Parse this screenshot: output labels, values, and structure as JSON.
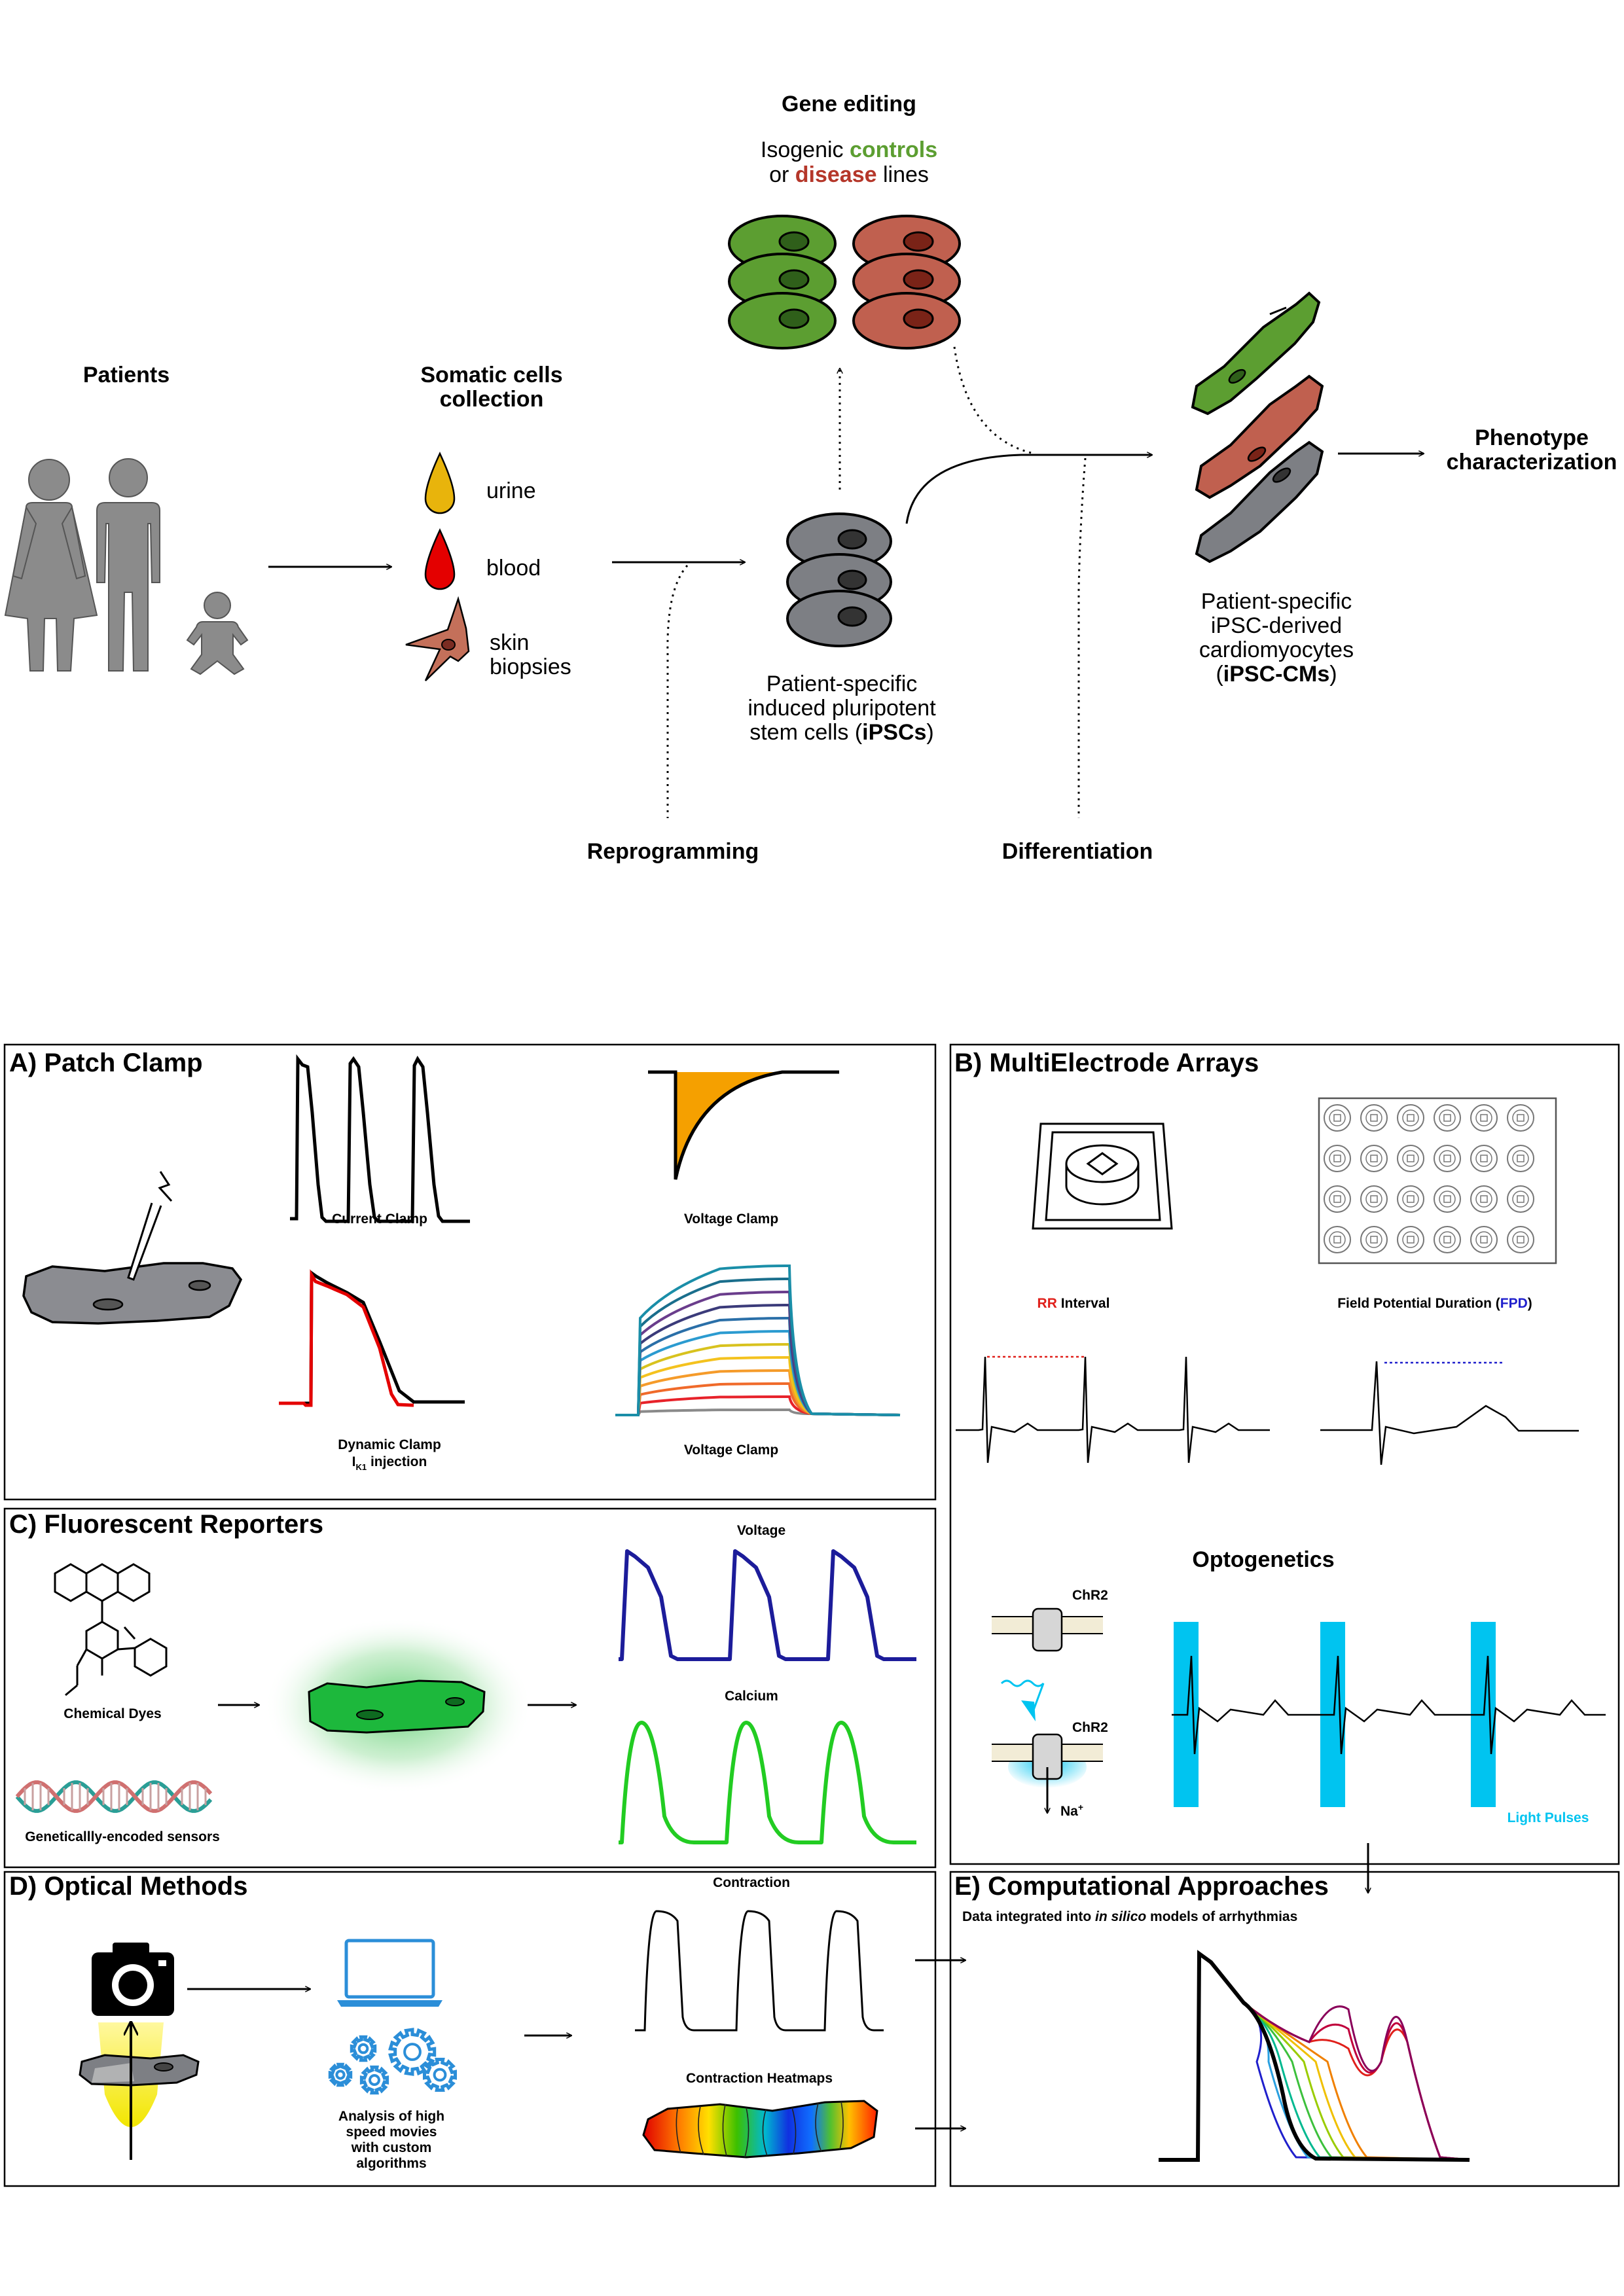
{
  "top": {
    "patients": "Patients",
    "somatic_1": "Somatic cells",
    "somatic_2": "collection",
    "urine": "urine",
    "blood": "blood",
    "skin_1": "skin",
    "skin_2": "biopsies",
    "gene_editing": "Gene editing",
    "isogenic_pre": "Isogenic ",
    "isogenic_controls": "controls",
    "or_pre": "or ",
    "or_disease": "disease",
    "or_post": " lines",
    "ipsc_1": "Patient-specific",
    "ipsc_2": "induced pluripotent",
    "ipsc_3_pre": "stem cells (",
    "ipsc_3_bold": "iPSCs",
    "ipsc_3_post": ")",
    "cm_1": "Patient-specific",
    "cm_2": "iPSC-derived",
    "cm_3": "cardiomyocytes",
    "cm_4_pre": "(",
    "cm_4_bold": "iPSC-CMs",
    "cm_4_post": ")",
    "pheno_1": "Phenotype",
    "pheno_2": "characterization",
    "reprogramming": "Reprogramming",
    "differentiation": "Differentiation"
  },
  "panel_a": {
    "title": "A) Patch Clamp",
    "current_clamp": "Current Clamp",
    "voltage_clamp_1": "Voltage Clamp",
    "dynamic_clamp": "Dynamic Clamp",
    "ik1_i": "I",
    "ik1_sub": "K1",
    "ik1_rest": " injection",
    "voltage_clamp_2": "Voltage Clamp"
  },
  "panel_b": {
    "title": "B) MultiElectrode Arrays",
    "rr_colored": "RR",
    "rr_rest": " Interval",
    "fpd_pre": "Field Potential Duration (",
    "fpd_colored": "FPD",
    "fpd_post": ")",
    "optogenetics": "Optogenetics",
    "chr2_1": "ChR2",
    "chr2_2": "ChR2",
    "na": "Na",
    "na_sup": "+",
    "light_pulses": "Light Pulses"
  },
  "panel_c": {
    "title": "C) Fluorescent Reporters",
    "voltage": "Voltage",
    "calcium": "Calcium",
    "chemical_dyes": "Chemical Dyes",
    "genetic": "Geneticallly-encoded sensors"
  },
  "panel_d": {
    "title": "D) Optical Methods",
    "contraction": "Contraction",
    "heatmaps": "Contraction Heatmaps",
    "analysis_1": "Analysis of high",
    "analysis_2": "speed movies",
    "analysis_3": "with custom",
    "analysis_4": "algorithms"
  },
  "panel_e": {
    "title": "E) Computational Approaches",
    "sub_pre": "Data integrated into ",
    "sub_italic": "in silico",
    "sub_post": " models of arrhythmias"
  },
  "colors": {
    "green": "#5c9e31",
    "red": "#b5372a",
    "rr_red": "#e0201b",
    "fpd_blue": "#1f1fcc",
    "cyan": "#00c4f0",
    "orange": "#f5a000"
  }
}
